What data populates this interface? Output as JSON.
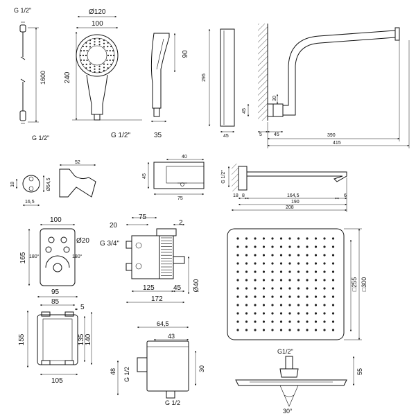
{
  "hose": {
    "thread_top": "G 1/2\"",
    "length": "1600",
    "thread_bottom": "G 1/2\""
  },
  "hand_shower": {
    "diameter": "Ø120",
    "width": "100",
    "length": "240",
    "thread": "G 1/2\""
  },
  "hand_shower_side": {
    "angle_dim": "90",
    "depth": "35"
  },
  "bar": {
    "height": "295",
    "width": "45"
  },
  "arm": {
    "d30": "30",
    "d45v": "45",
    "d5": "5",
    "d45h": "45",
    "d390": "390",
    "d415": "415"
  },
  "wall_outlet": {
    "dia": "Ø54,5",
    "d18": "18",
    "d16_5": "16,5"
  },
  "holder": {
    "width": "52"
  },
  "box": {
    "d40": "40",
    "d45": "45",
    "d75": "75"
  },
  "spout": {
    "thread": "G 1/2\"",
    "d18a": "18",
    "d8": "8",
    "d164_5": "164,5",
    "d6": "6",
    "d190": "190",
    "d208": "208"
  },
  "plate": {
    "width": "100",
    "knob_dia": "Ø20",
    "height": "165",
    "angle_left": "180°",
    "angle_right": "180°"
  },
  "mixer": {
    "d20": "20",
    "d75": "75",
    "d2": "2",
    "thread": "G 3/4\"",
    "d125": "125",
    "d45": "45",
    "d40": "Ø40",
    "d172": "172"
  },
  "frame": {
    "d95": "95",
    "d85": "85",
    "d5": "5",
    "d155": "155",
    "d135": "135",
    "d140": "140",
    "d105": "105"
  },
  "elbow": {
    "d64_5": "64,5",
    "d43": "43",
    "thread_left": "G 1/2",
    "d48": "48",
    "d30": "30",
    "thread_bottom": "G 1/2"
  },
  "head": {
    "d255": "□255",
    "d300": "□300",
    "thread": "G1/2\"",
    "height": "55",
    "angle": "30°"
  }
}
